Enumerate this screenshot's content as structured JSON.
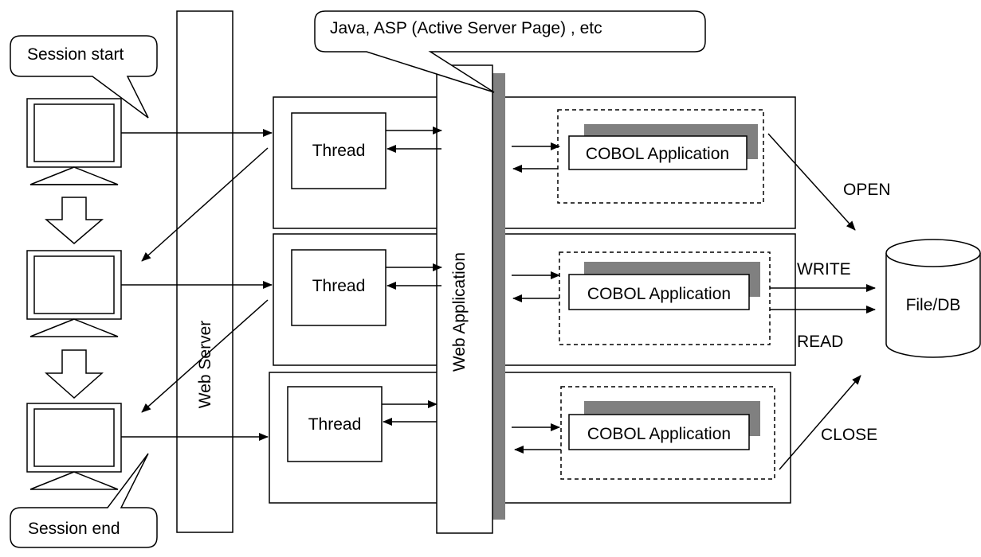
{
  "labels": {
    "session_start": "Session start",
    "session_end": "Session end",
    "web_server": "Web Server",
    "web_application": "Web Application",
    "technologies": "Java, ASP (Active Server Page) , etc",
    "thread": "Thread",
    "cobol_application": "COBOL Application",
    "file_db": "File/DB",
    "open": "OPEN",
    "write": "WRITE",
    "read": "READ",
    "close": "CLOSE"
  },
  "threads": [
    {
      "label": "Thread",
      "app": "COBOL Application"
    },
    {
      "label": "Thread",
      "app": "COBOL Application"
    },
    {
      "label": "Thread",
      "app": "COBOL Application"
    }
  ]
}
